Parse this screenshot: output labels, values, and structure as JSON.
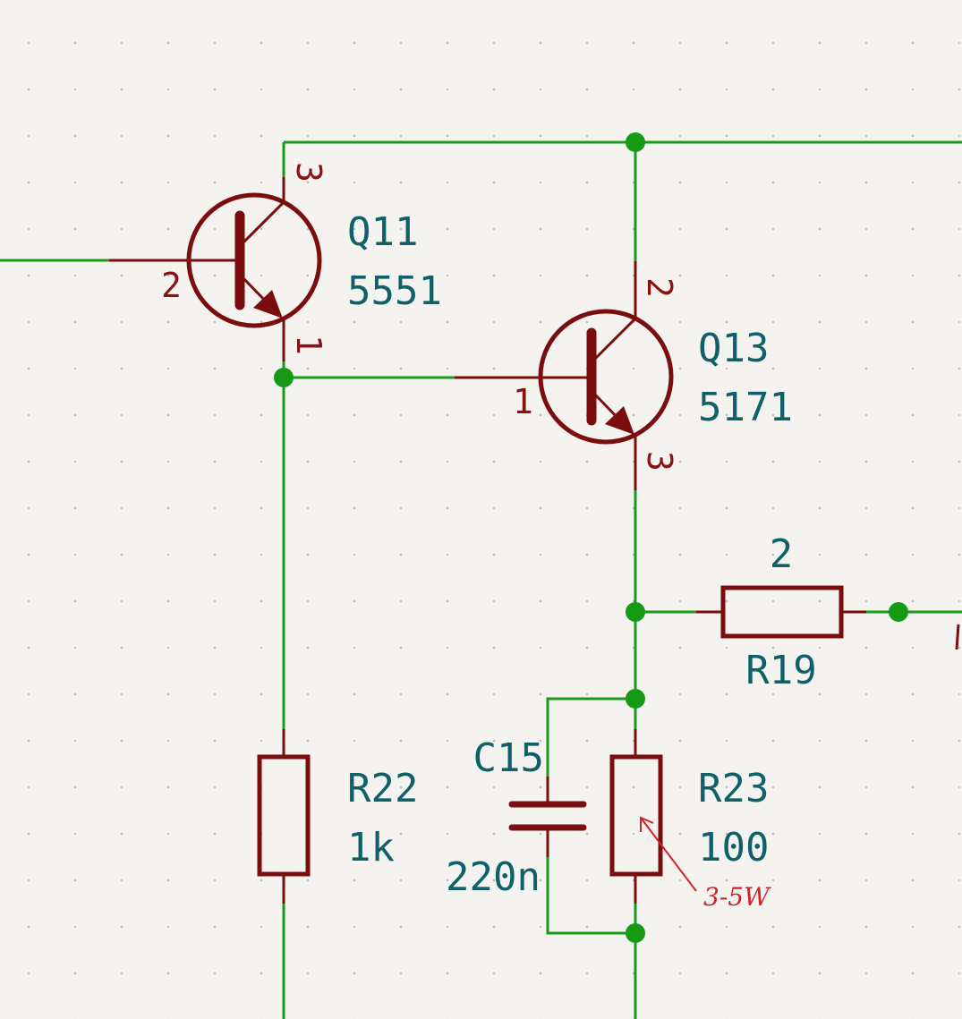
{
  "colors": {
    "background": "#f4f3ef",
    "wire": "#1a9a1a",
    "junction": "#169a16",
    "symbol": "#7a0e0e",
    "pin_number": "#8a1212",
    "reference_text": "#0f6068",
    "annotation": "#d0242a"
  },
  "components": {
    "q11": {
      "reference": "Q11",
      "value": "5551",
      "pins": {
        "collector": "3",
        "base": "2",
        "emitter": "1"
      }
    },
    "q13": {
      "reference": "Q13",
      "value": "5171",
      "pins": {
        "collector": "2",
        "base": "1",
        "emitter": "3"
      }
    },
    "r19": {
      "reference": "R19",
      "value": "2"
    },
    "r22": {
      "reference": "R22",
      "value": "1k"
    },
    "c15": {
      "reference": "C15",
      "value": "220n"
    },
    "r23": {
      "reference": "R23",
      "value": "100",
      "annotation": "3-5W"
    }
  }
}
